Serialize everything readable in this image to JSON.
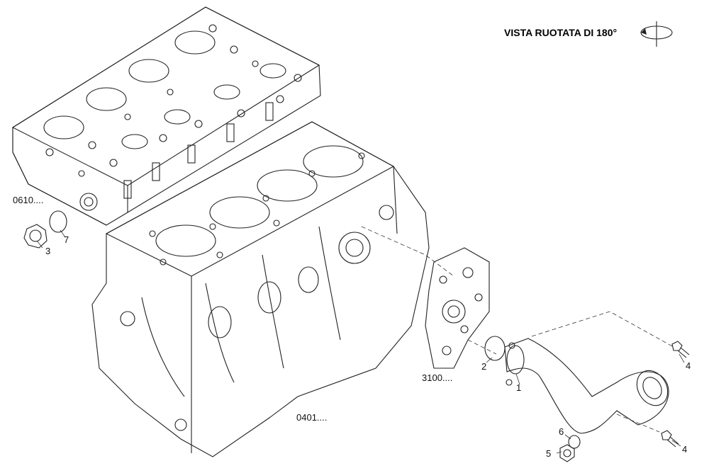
{
  "header": {
    "view_note": "VISTA RUOTATA DI 180°",
    "rotate_icon": "rotate-180-icon"
  },
  "labels": {
    "ref_0610": "0610....",
    "ref_0401": "0401....",
    "ref_3100": "3100....",
    "part_1": "1",
    "part_2": "2",
    "part_3": "3",
    "part_4a": "4",
    "part_4b": "4",
    "part_5": "5",
    "part_6": "6",
    "part_7": "7"
  }
}
